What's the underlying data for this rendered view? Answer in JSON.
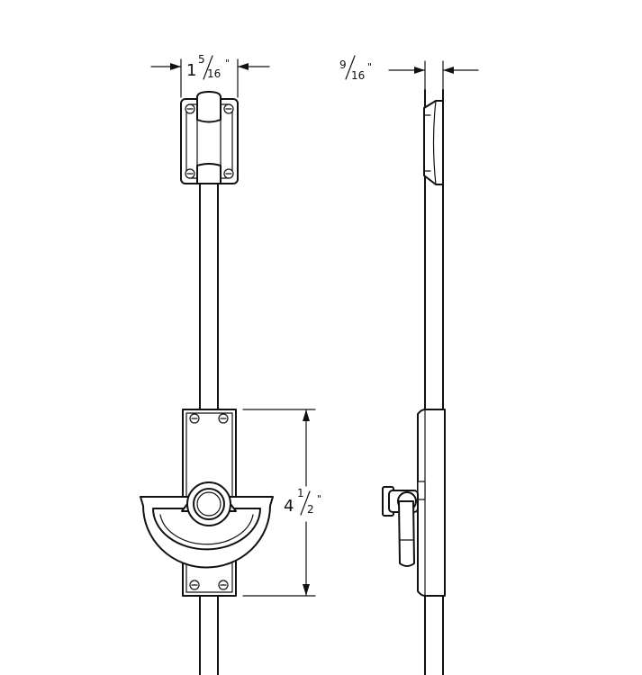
{
  "dimensions": {
    "top_width": {
      "whole": "1",
      "num": "5",
      "den": "16",
      "unit": "\""
    },
    "side_depth": {
      "num": "9",
      "den": "16",
      "unit": "\""
    },
    "plate_height": {
      "whole": "4",
      "num": "1",
      "den": "2",
      "unit": "\""
    }
  },
  "colors": {
    "line": "#111111",
    "background": "#ffffff"
  }
}
